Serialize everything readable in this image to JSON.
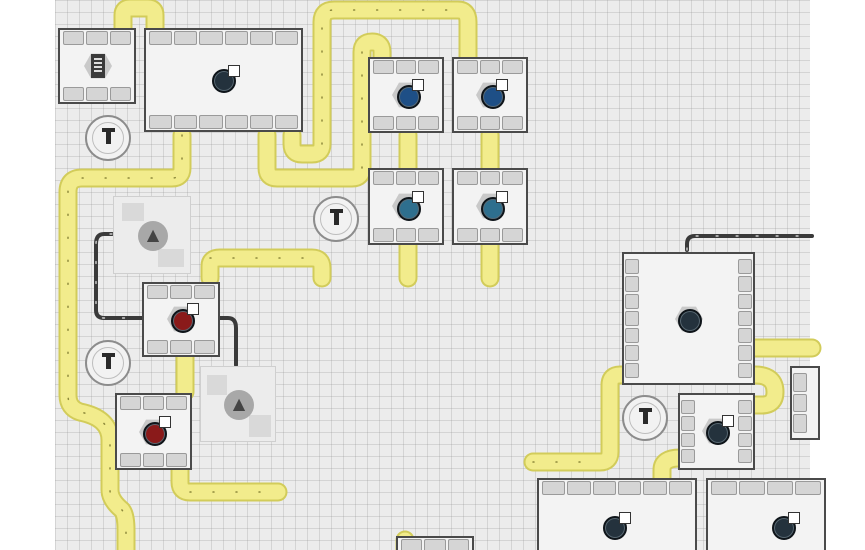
{
  "scene": {
    "colors": {
      "board": "#ececec",
      "belt": "#f2ec8c",
      "belt_border": "#d2cc5a",
      "wire": "#3a3a3a",
      "machine_border": "#4a4a4a"
    }
  },
  "machines": [
    {
      "name": "machine-file-storage",
      "icon": "document-icon"
    },
    {
      "name": "machine-large-producer",
      "icon": "dark-orb-item"
    },
    {
      "name": "machine-blue-crystal-a",
      "icon": "blue-crystal-item"
    },
    {
      "name": "machine-blue-crystal-b",
      "icon": "blue-crystal-item"
    },
    {
      "name": "machine-cyan-gem-a",
      "icon": "cyan-gem-item"
    },
    {
      "name": "machine-cyan-gem-b",
      "icon": "cyan-gem-item"
    },
    {
      "name": "machine-red-gem-center",
      "icon": "red-gem-item"
    },
    {
      "name": "machine-red-gem-bottom",
      "icon": "red-gem-item"
    },
    {
      "name": "machine-green-orb-large",
      "icon": "green-orb-item"
    },
    {
      "name": "machine-dark-orb-right",
      "icon": "dark-orb-item"
    },
    {
      "name": "machine-bottom-a",
      "icon": "dark-orb-item"
    },
    {
      "name": "machine-bottom-b",
      "icon": "dark-orb-item"
    }
  ],
  "hubs": [
    {
      "name": "hub-top-left",
      "icon": "pylon-icon"
    },
    {
      "name": "hub-center",
      "icon": "pylon-icon"
    },
    {
      "name": "hub-mid-left",
      "icon": "pylon-icon"
    },
    {
      "name": "hub-right",
      "icon": "pylon-icon"
    }
  ],
  "panels": [
    {
      "name": "panel-logic-gate-top",
      "icon": "triangle-symbol-icon"
    },
    {
      "name": "panel-logic-gate-bottom",
      "icon": "recycle-symbol-icon"
    }
  ]
}
